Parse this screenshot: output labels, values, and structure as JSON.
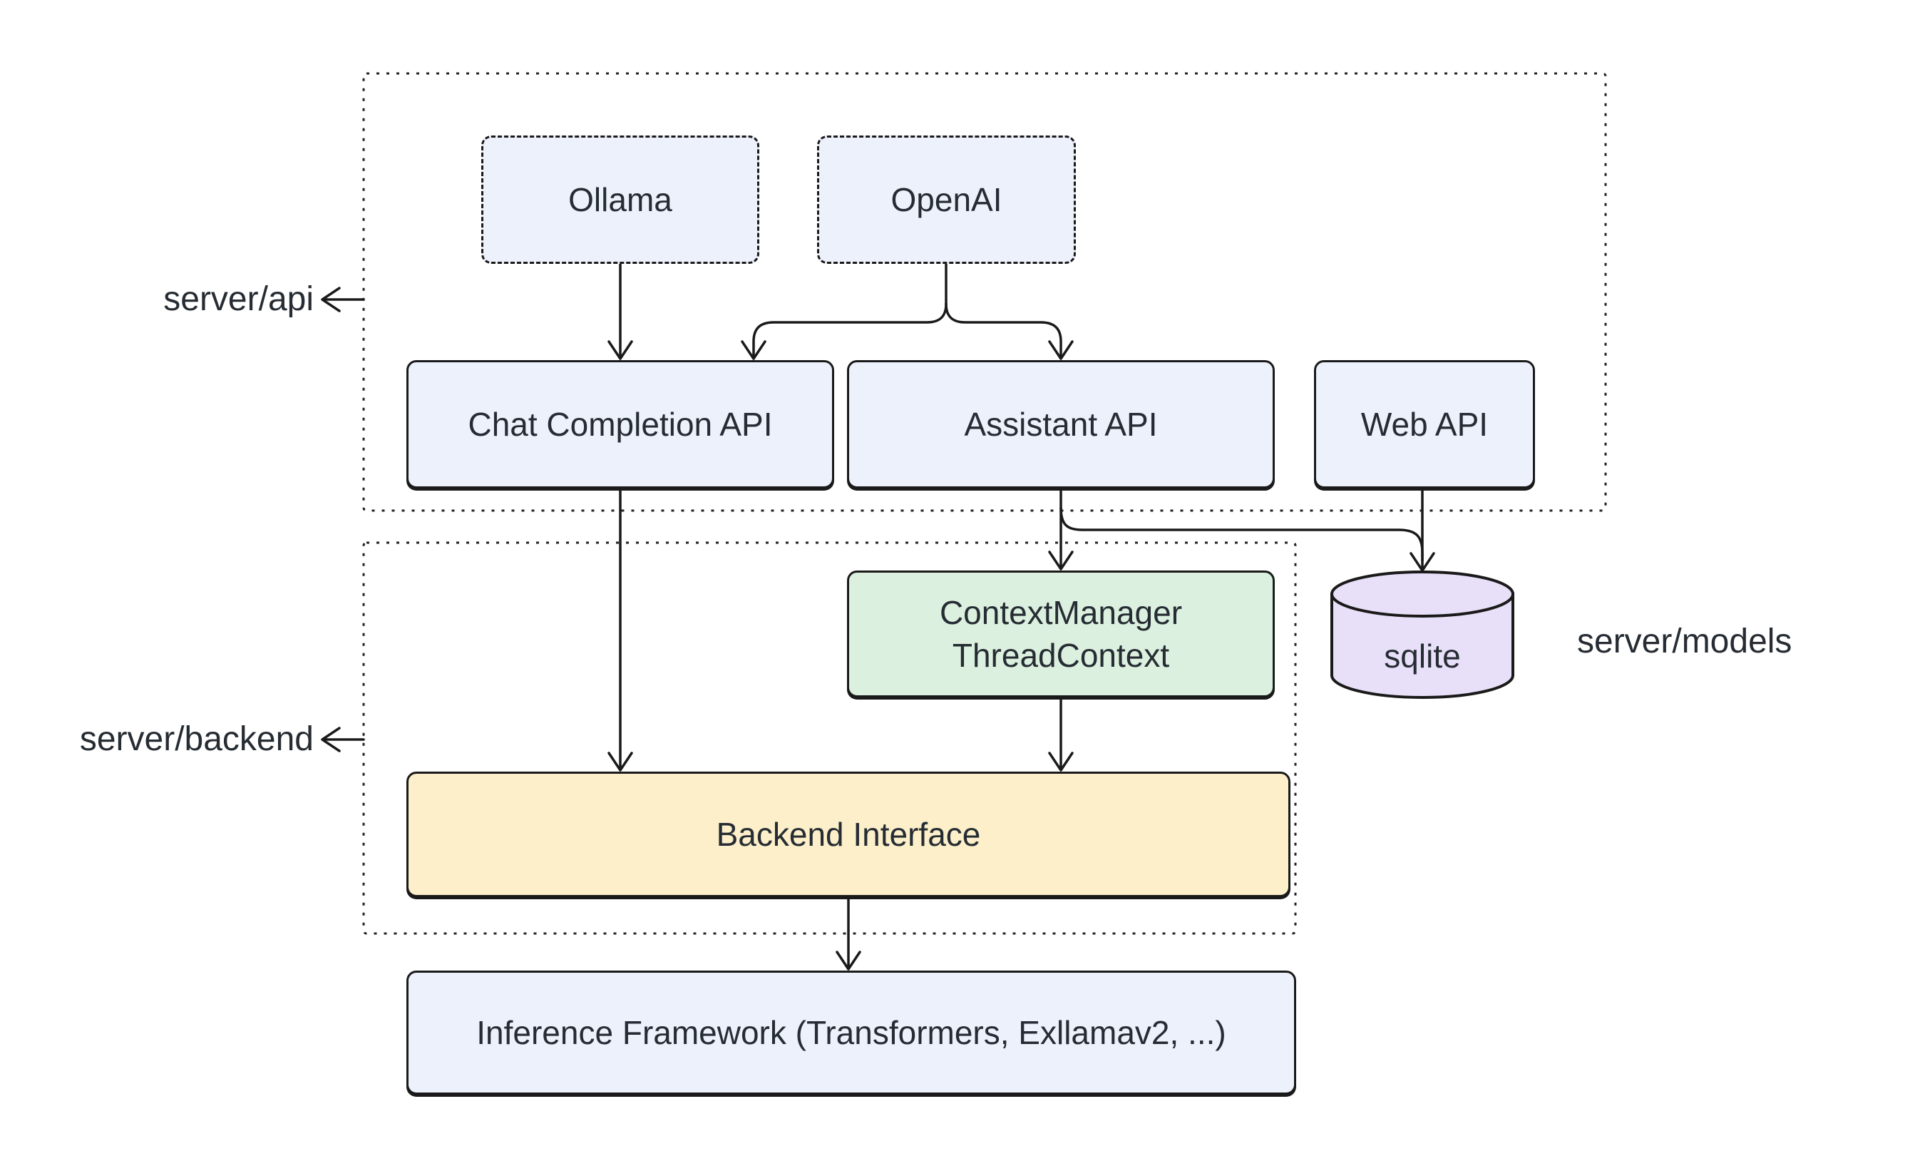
{
  "diagram": {
    "type": "architecture-flowchart",
    "background": "#ffffff",
    "colors": {
      "node_blue": "#EDF1FB",
      "node_green": "#DCF0DF",
      "node_yellow": "#FCEFC9",
      "node_purple": "#E8E0F8",
      "stroke": "#1a1a1a",
      "text": "#262c33"
    },
    "containers": {
      "server_api": {
        "label": "server/api",
        "border_style": "dotted"
      },
      "server_backend": {
        "label": "server/backend",
        "border_style": "dotted"
      }
    },
    "labels": {
      "server_models": "server/models"
    },
    "nodes": {
      "ollama": {
        "label": "Ollama",
        "shape": "rect",
        "border": "dashed",
        "fill": "#EDF1FB"
      },
      "openai": {
        "label": "OpenAI",
        "shape": "rect",
        "border": "dashed",
        "fill": "#EDF1FB"
      },
      "chat_completion": {
        "label": "Chat Completion API",
        "shape": "rect",
        "border": "solid",
        "fill": "#EDF1FB"
      },
      "assistant": {
        "label": "Assistant API",
        "shape": "rect",
        "border": "solid",
        "fill": "#EDF1FB"
      },
      "web_api": {
        "label": "Web API",
        "shape": "rect",
        "border": "solid",
        "fill": "#EDF1FB"
      },
      "context_manager": {
        "line1": "ContextManager",
        "line2": "ThreadContext",
        "shape": "rect",
        "border": "solid",
        "fill": "#DCF0DF"
      },
      "sqlite": {
        "label": "sqlite",
        "shape": "cylinder",
        "fill": "#E8E0F8"
      },
      "backend_interface": {
        "label": "Backend Interface",
        "shape": "rect",
        "border": "solid",
        "fill": "#FCEFC9"
      },
      "inference": {
        "label": "Inference Framework (Transformers, Exllamav2, ...)",
        "shape": "rect",
        "border": "solid",
        "fill": "#EDF1FB"
      }
    },
    "edges": [
      {
        "from": "Ollama",
        "to": "Chat Completion API",
        "arrow": true
      },
      {
        "from": "OpenAI",
        "to": "Chat Completion API",
        "arrow": true
      },
      {
        "from": "OpenAI",
        "to": "Assistant API",
        "arrow": true
      },
      {
        "from": "Chat Completion API",
        "to": "Backend Interface",
        "arrow": true
      },
      {
        "from": "Assistant API",
        "to": "ContextManager ThreadContext",
        "arrow": true
      },
      {
        "from": "Assistant API",
        "to": "sqlite",
        "arrow": true
      },
      {
        "from": "Web API",
        "to": "sqlite",
        "arrow": true
      },
      {
        "from": "ContextManager ThreadContext",
        "to": "Backend Interface",
        "arrow": true
      },
      {
        "from": "Backend Interface",
        "to": "Inference Framework (Transformers, Exllamav2, ...)",
        "arrow": true
      }
    ]
  }
}
